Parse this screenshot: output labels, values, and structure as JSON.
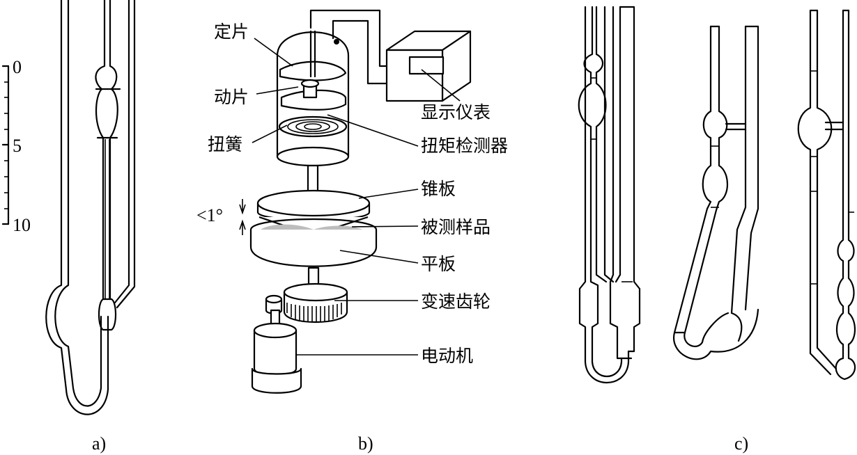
{
  "panel_a": {
    "scale_ticks": [
      "0",
      "5",
      "10"
    ],
    "caption": "a)"
  },
  "panel_b": {
    "labels": {
      "fixed_plate": "定片",
      "moving_plate": "动片",
      "torsion_spring": "扭簧",
      "display_meter": "显示仪表",
      "torque_detector": "扭矩检测器",
      "cone_plate": "锥板",
      "sample": "被测样品",
      "flat_plate": "平板",
      "gear": "变速齿轮",
      "motor": "电动机"
    },
    "cone_angle": "<1°",
    "caption": "b)"
  },
  "panel_c": {
    "caption": "c)"
  }
}
